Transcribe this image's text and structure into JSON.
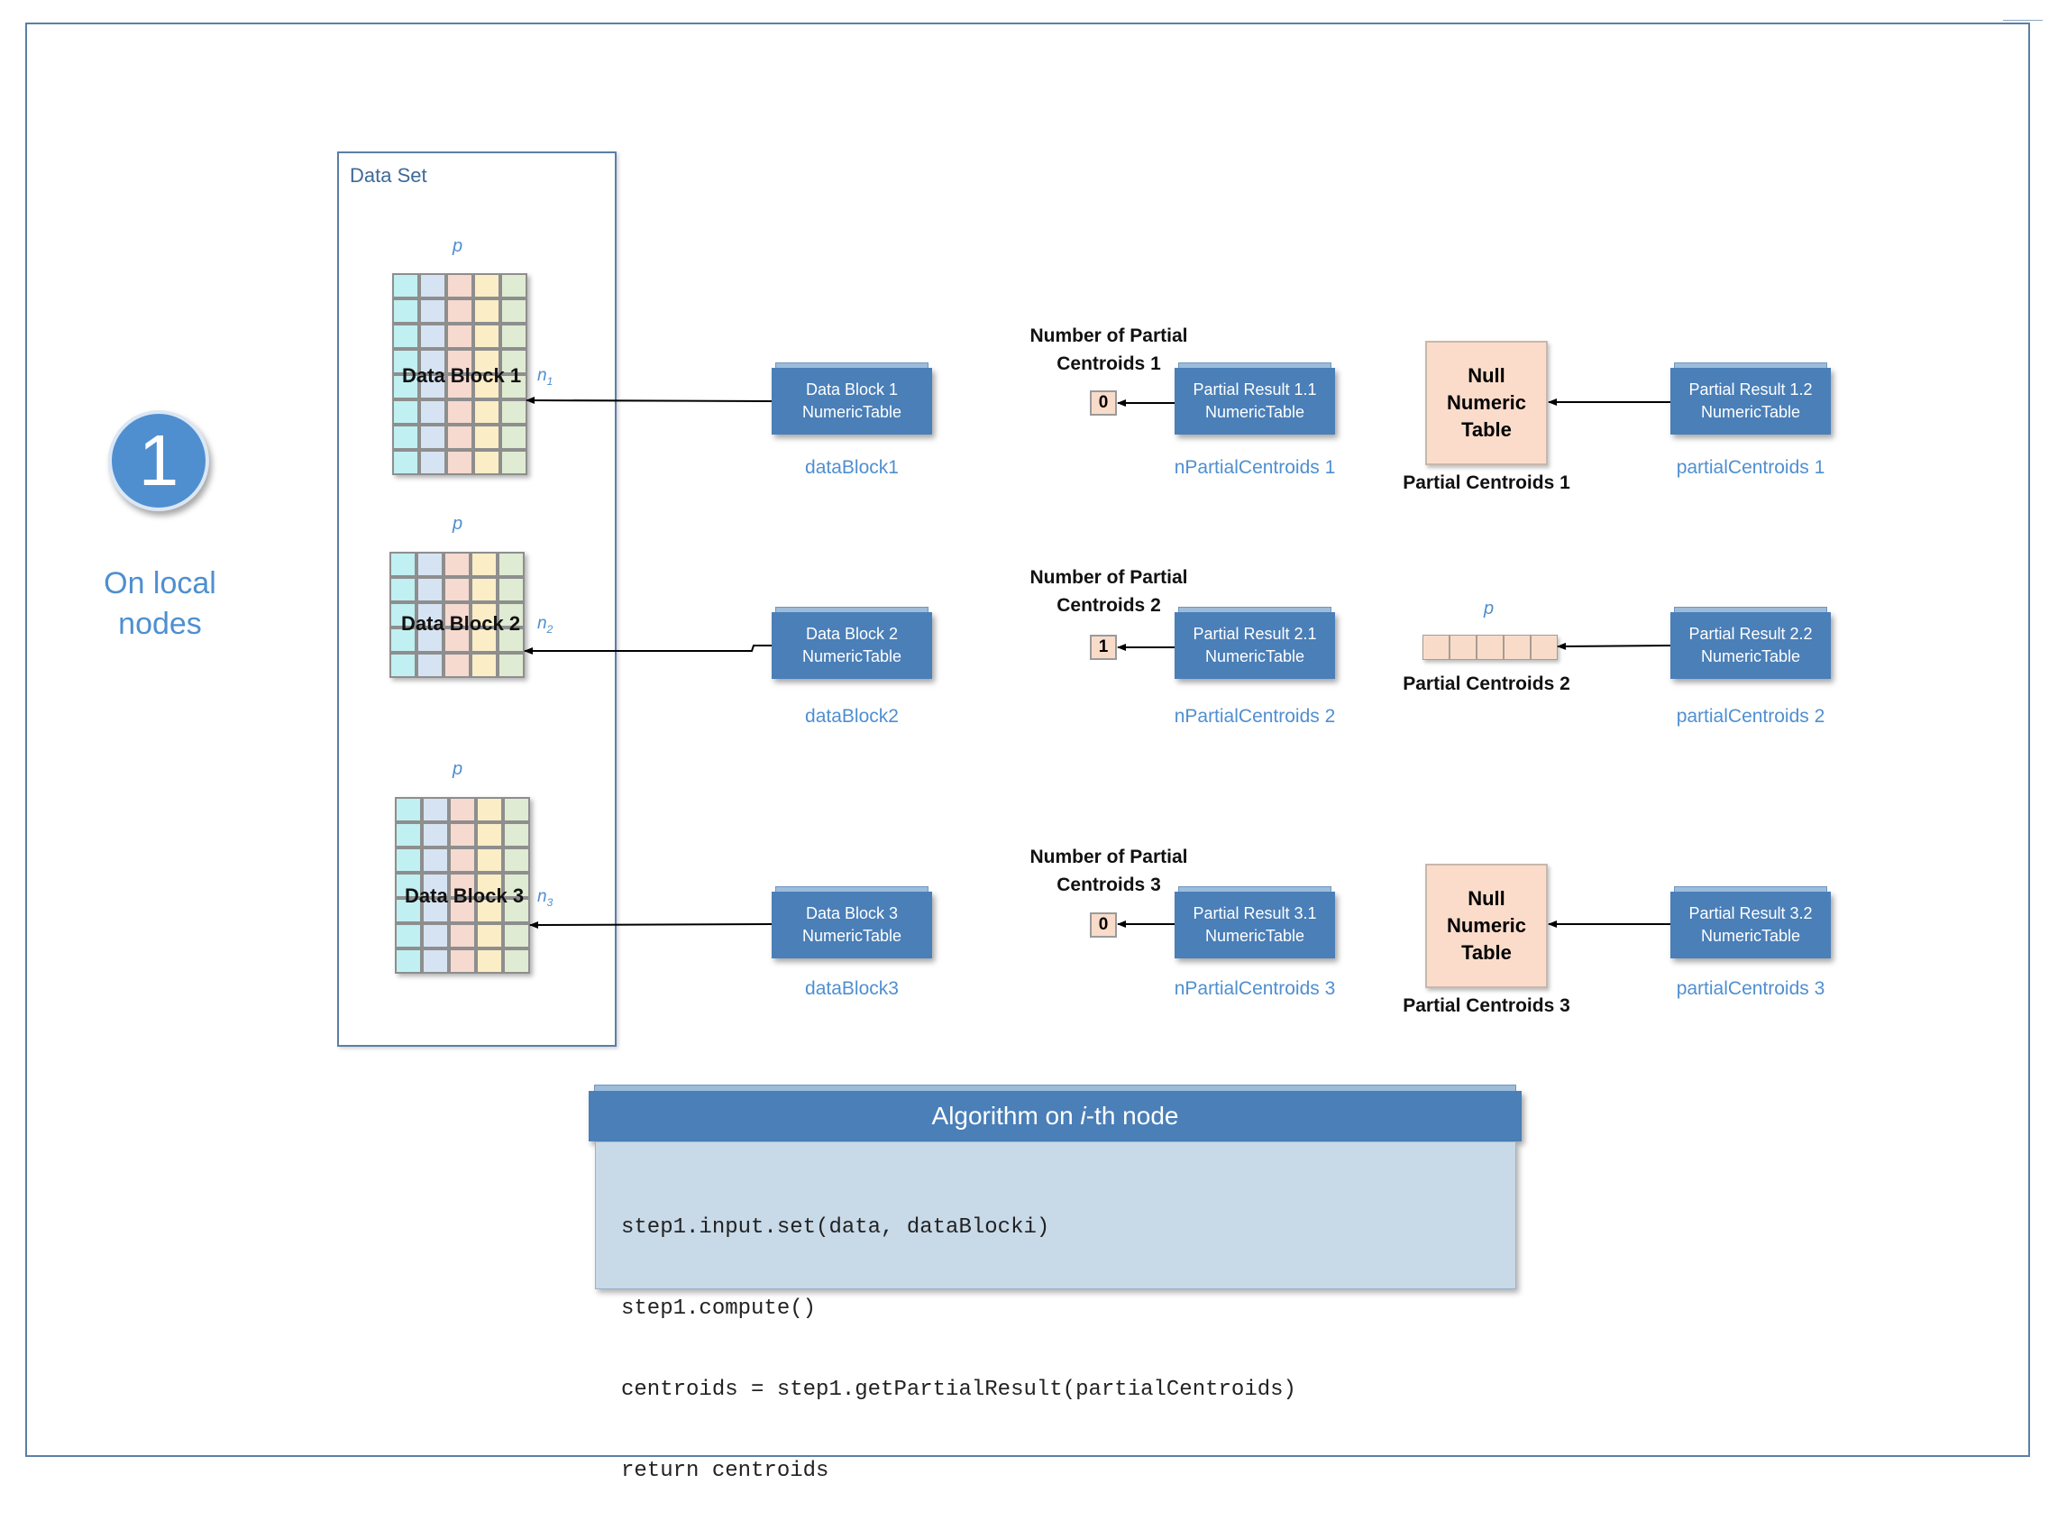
{
  "step": {
    "number": "1",
    "label_line1": "On local",
    "label_line2": "nodes"
  },
  "dataset": {
    "title": "Data Set",
    "blocks": [
      {
        "label": "Data Block 1",
        "p": "p",
        "n": "n",
        "n_sub": "1"
      },
      {
        "label": "Data Block 2",
        "p": "p",
        "n": "n",
        "n_sub": "2"
      },
      {
        "label": "Data Block 3",
        "p": "p",
        "n": "n",
        "n_sub": "3"
      }
    ]
  },
  "rows": [
    {
      "input": {
        "line1": "Data Block 1",
        "line2": "NumericTable",
        "caption": "dataBlock1"
      },
      "count_label": {
        "line1": "Number of Partial",
        "line2": "Centroids 1"
      },
      "count_value": "0",
      "pr_a": {
        "line1": "Partial Result 1.1",
        "line2": "NumericTable",
        "caption": "nPartialCentroids 1"
      },
      "null_box": {
        "line1": "Null",
        "line2": "Numeric",
        "line3": "Table"
      },
      "centroids_label": "Partial Centroids 1",
      "pr_b": {
        "line1": "Partial Result 1.2",
        "line2": "NumericTable",
        "caption": "partialCentroids 1"
      }
    },
    {
      "input": {
        "line1": "Data Block 2",
        "line2": "NumericTable",
        "caption": "dataBlock2"
      },
      "count_label": {
        "line1": "Number of Partial",
        "line2": "Centroids 2"
      },
      "count_value": "1",
      "pr_a": {
        "line1": "Partial Result 2.1",
        "line2": "NumericTable",
        "caption": "nPartialCentroids 2"
      },
      "vector_p": "p",
      "centroids_label": "Partial Centroids 2",
      "pr_b": {
        "line1": "Partial Result 2.2",
        "line2": "NumericTable",
        "caption": "partialCentroids 2"
      }
    },
    {
      "input": {
        "line1": "Data Block 3",
        "line2": "NumericTable",
        "caption": "dataBlock3"
      },
      "count_label": {
        "line1": "Number of Partial",
        "line2": "Centroids 3"
      },
      "count_value": "0",
      "pr_a": {
        "line1": "Partial Result 3.1",
        "line2": "NumericTable",
        "caption": "nPartialCentroids 3"
      },
      "null_box": {
        "line1": "Null",
        "line2": "Numeric",
        "line3": "Table"
      },
      "centroids_label": "Partial Centroids 3",
      "pr_b": {
        "line1": "Partial Result 3.2",
        "line2": "NumericTable",
        "caption": "partialCentroids 3"
      }
    }
  ],
  "algorithm": {
    "title_pre": "Algorithm on ",
    "title_italic": "i",
    "title_post": "-th node",
    "code": [
      "step1.input.set(data, dataBlocki)",
      "step1.compute()",
      "centroids = step1.getPartialResult(partialCentroids)",
      "return centroids"
    ]
  },
  "colors": {
    "accent_blue": "#4f8fd0",
    "table_blue": "#4a7fb8",
    "cell_peach": "#f8dcc9",
    "code_bg": "#c8d9e8"
  }
}
